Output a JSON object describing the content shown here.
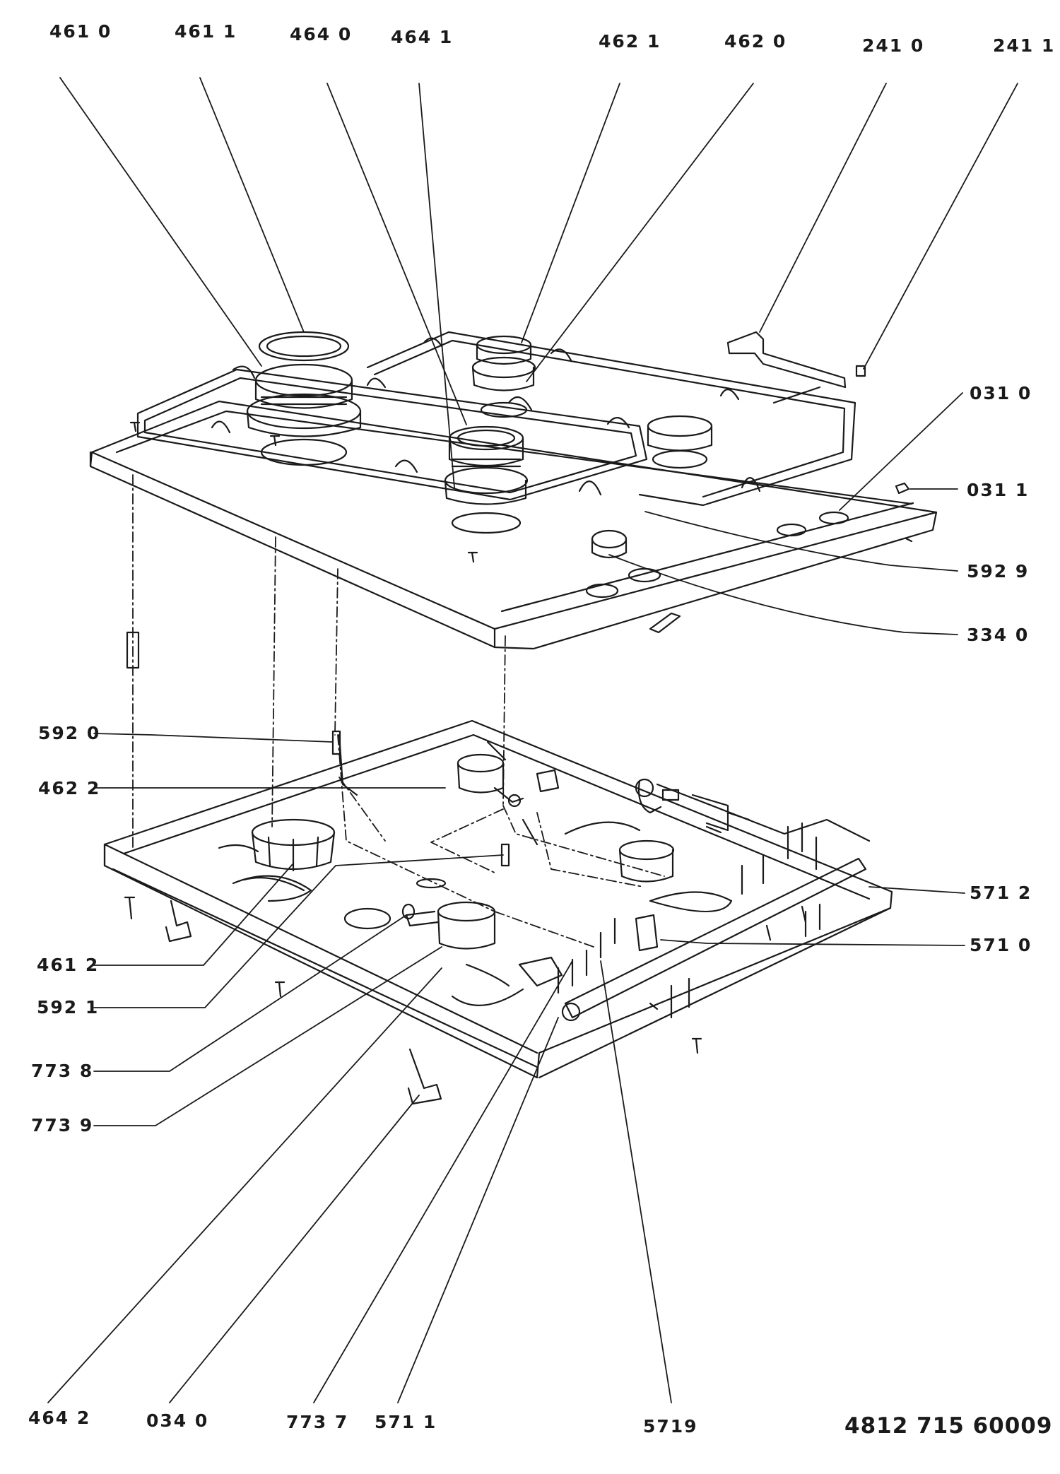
{
  "document_code": "4812 715 60009",
  "callouts": [
    {
      "id": "4610",
      "text": "461 0"
    },
    {
      "id": "4611",
      "text": "461 1"
    },
    {
      "id": "4640",
      "text": "464 0"
    },
    {
      "id": "4641",
      "text": "464 1"
    },
    {
      "id": "4621",
      "text": "462 1"
    },
    {
      "id": "4620",
      "text": "462 0"
    },
    {
      "id": "2410",
      "text": "241 0"
    },
    {
      "id": "2411",
      "text": "241 1"
    },
    {
      "id": "0310",
      "text": "031 0"
    },
    {
      "id": "0311",
      "text": "031 1"
    },
    {
      "id": "5929",
      "text": "592 9"
    },
    {
      "id": "3340",
      "text": "334 0"
    },
    {
      "id": "5920",
      "text": "592 0"
    },
    {
      "id": "4622",
      "text": "462 2"
    },
    {
      "id": "5712",
      "text": "571 2"
    },
    {
      "id": "5710",
      "text": "571 0"
    },
    {
      "id": "4612",
      "text": "461 2"
    },
    {
      "id": "5921",
      "text": "592 1"
    },
    {
      "id": "7738",
      "text": "773 8"
    },
    {
      "id": "7739",
      "text": "773 9"
    },
    {
      "id": "4642",
      "text": "464 2"
    },
    {
      "id": "0340",
      "text": "034 0"
    },
    {
      "id": "7737",
      "text": "773 7"
    },
    {
      "id": "5711",
      "text": "571 1"
    },
    {
      "id": "5719",
      "text": "5719"
    }
  ]
}
